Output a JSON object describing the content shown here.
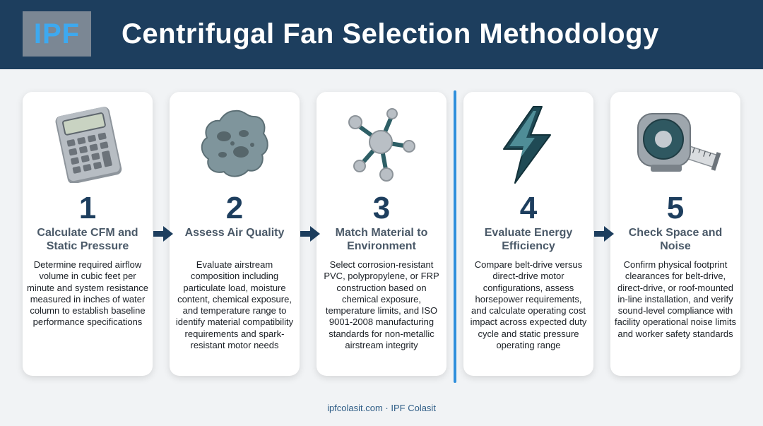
{
  "header": {
    "logo_text": "IPF",
    "title": "Centrifugal Fan Selection Methodology"
  },
  "steps": [
    {
      "number": "1",
      "title": "Calculate CFM and Static Pressure",
      "icon": "calculator-icon",
      "description": "Determine required airflow volume in cubic feet per minute and system resistance measured in inches of water column to establish baseline performance specifications"
    },
    {
      "number": "2",
      "title": "Assess Air Quality",
      "icon": "particulate-icon",
      "description": "Evaluate airstream composition including particulate load, moisture content, chemical exposure, and temperature range to identify material compatibility requirements and spark-resistant motor needs"
    },
    {
      "number": "3",
      "title": "Match Material to Environment",
      "icon": "molecule-icon",
      "description": "Select corrosion-resistant PVC, polypropylene, or FRP construction based on chemical exposure, temperature limits, and ISO 9001-2008 manufacturing standards for non-metallic airstream integrity"
    },
    {
      "number": "4",
      "title": "Evaluate Energy Efficiency",
      "icon": "lightning-bolt-icon",
      "description": "Compare belt-drive versus direct-drive motor configurations, assess horsepower requirements, and calculate operating cost impact across expected duty cycle and static pressure operating range"
    },
    {
      "number": "5",
      "title": "Check Space and Noise",
      "icon": "tape-measure-icon",
      "description": "Confirm physical footprint clearances for belt-drive, direct-drive, or roof-mounted in-line installation, and verify sound-level compliance with facility operational noise limits and worker safety standards"
    }
  ],
  "footer": {
    "text": "ipfcolasit.com · IPF Colasit"
  },
  "colors": {
    "header_bg": "#1d3e5e",
    "accent": "#2f8fdc",
    "number": "#1d3e5e",
    "arrow": "#1d3e5e"
  }
}
